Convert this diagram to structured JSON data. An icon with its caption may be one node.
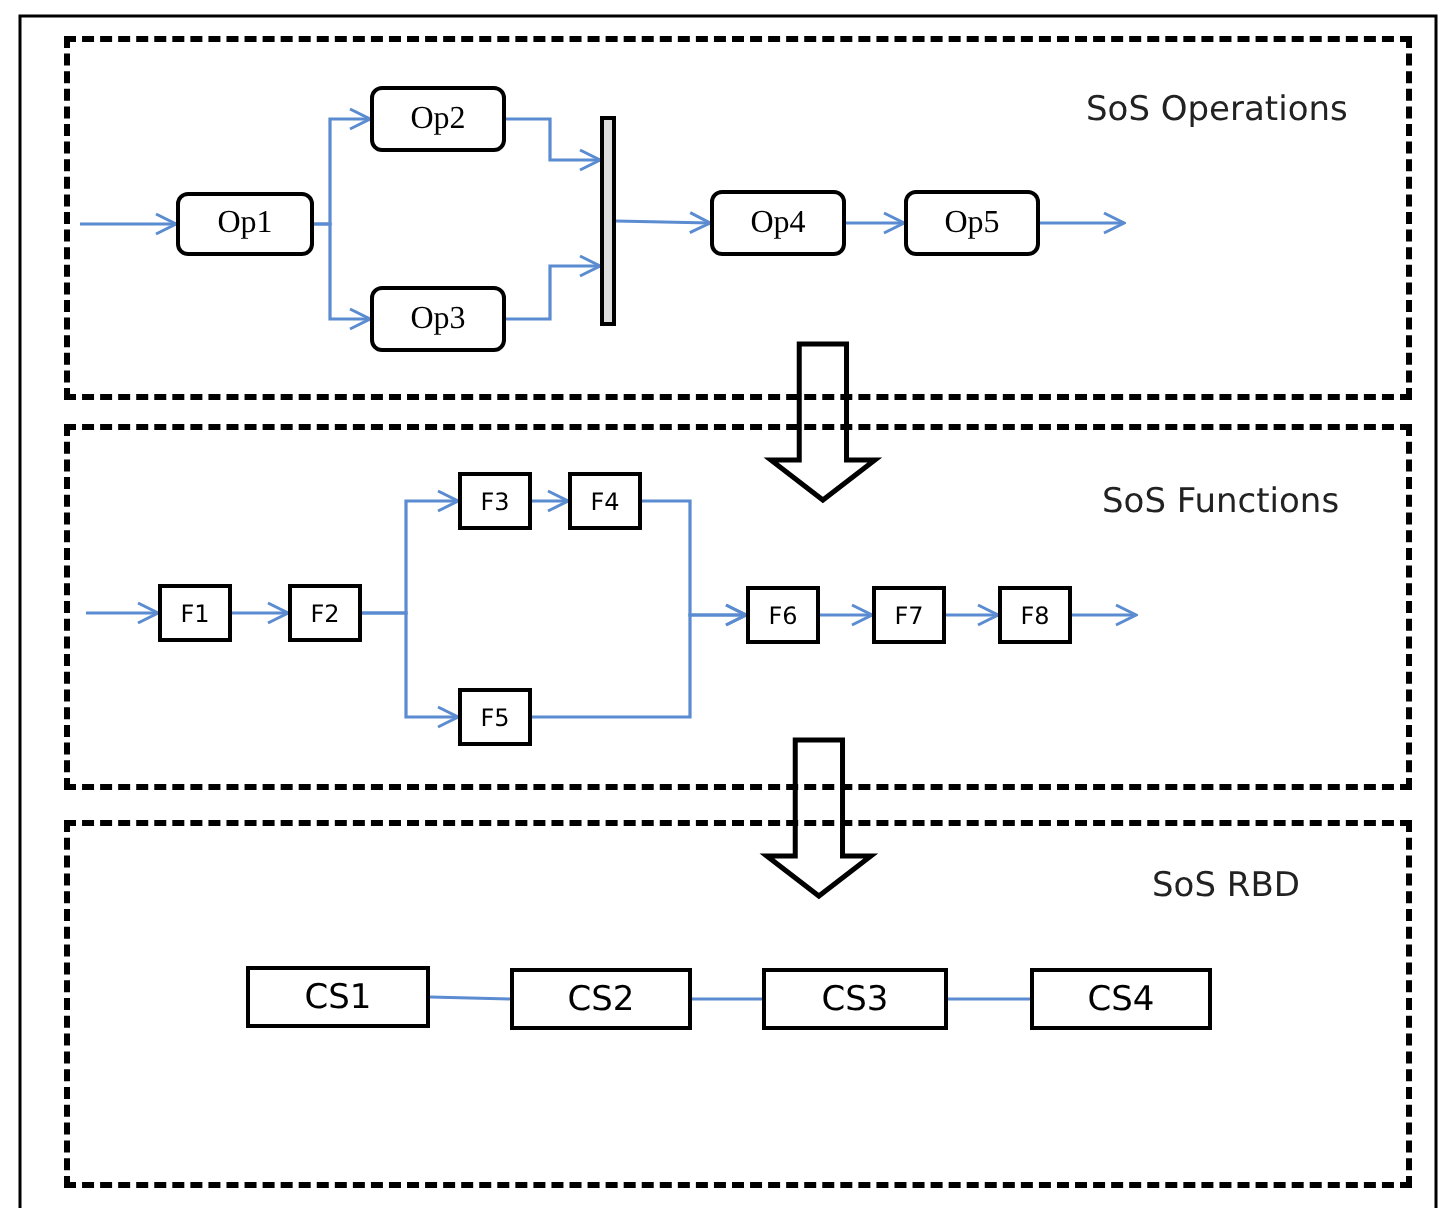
{
  "diagram": {
    "nodes": [
      {
        "text": [
          "SoS Operations"
        ]
      },
      {
        "text": [
          "Op1"
        ],
        "in": 0
      },
      {
        "text": [
          "Op2"
        ],
        "in": 0
      },
      {
        "text": [
          "Op3"
        ],
        "in": 0
      },
      {
        "text": [],
        "shape": "bar",
        "in": 0
      },
      {
        "text": [
          "Op4"
        ],
        "in": 0
      },
      {
        "text": [
          "Op5"
        ],
        "in": 0
      },
      {
        "text": [
          "SoS Functions"
        ]
      },
      {
        "text": [
          "F1"
        ],
        "in": 7
      },
      {
        "text": [
          "F2"
        ],
        "in": 7
      },
      {
        "text": [
          "F3"
        ],
        "in": 7
      },
      {
        "text": [
          "F4"
        ],
        "in": 7
      },
      {
        "text": [
          "F5"
        ],
        "in": 7
      },
      {
        "text": [
          "F6"
        ],
        "in": 7
      },
      {
        "text": [
          "F7"
        ],
        "in": 7
      },
      {
        "text": [
          "F8"
        ],
        "in": 7
      },
      {
        "text": [
          "SoS RBD"
        ]
      },
      {
        "text": [
          "CS1"
        ],
        "in": 16
      },
      {
        "text": [
          "CS2"
        ],
        "in": 16
      },
      {
        "text": [
          "CS3"
        ],
        "in": 16
      },
      {
        "text": [
          "CS4"
        ],
        "in": 16
      }
    ],
    "edges": [
      {
        "from": null,
        "to": 1,
        "arrow": "to"
      },
      {
        "from": 1,
        "to": 2,
        "arrow": "to"
      },
      {
        "from": 1,
        "to": 3,
        "arrow": "to"
      },
      {
        "from": 2,
        "to": 4,
        "arrow": "to"
      },
      {
        "from": 3,
        "to": 4,
        "arrow": "to"
      },
      {
        "from": 4,
        "to": 5,
        "arrow": "to"
      },
      {
        "from": 5,
        "to": 6,
        "arrow": "to"
      },
      {
        "from": 6,
        "to": null,
        "arrow": "to"
      },
      {
        "from": null,
        "to": 8,
        "arrow": "to"
      },
      {
        "from": 8,
        "to": 9,
        "arrow": "to"
      },
      {
        "from": 9,
        "to": 10,
        "arrow": "to"
      },
      {
        "from": 9,
        "to": 12,
        "arrow": "to"
      },
      {
        "from": 10,
        "to": 11,
        "arrow": "to"
      },
      {
        "from": 11,
        "to": 13,
        "arrow": "to"
      },
      {
        "from": 12,
        "to": 13,
        "arrow": "to"
      },
      {
        "from": 13,
        "to": 14,
        "arrow": "to"
      },
      {
        "from": 14,
        "to": 15,
        "arrow": "to"
      },
      {
        "from": 15,
        "to": null,
        "arrow": "to"
      },
      {
        "from": 17,
        "to": 18,
        "arrow": "none"
      },
      {
        "from": 18,
        "to": 19,
        "arrow": "none"
      },
      {
        "from": 19,
        "to": 20,
        "arrow": "none"
      },
      {
        "from": 0,
        "to": 7,
        "arrow": "to",
        "style": "thick"
      },
      {
        "from": 7,
        "to": 16,
        "arrow": "to",
        "style": "thick"
      }
    ]
  }
}
